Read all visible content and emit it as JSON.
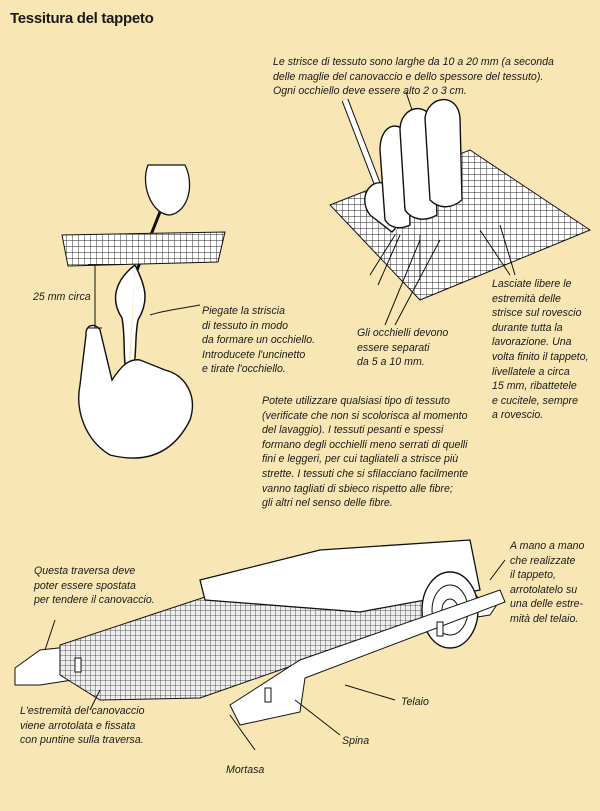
{
  "title": "Tessitura del tappeto",
  "captions": {
    "strip_width": "Le strisce di tessuto sono larghe da 10 a 20 mm (a seconda\ndelle maglie del canovaccio e dello spessore del tessuto).\nOgni occhiello deve essere alto 2 o 3 cm.",
    "loop_height": "25 mm circa",
    "fold_strip": "Piegate la striscia\ndi tessuto in modo\nda formare un occhiello.\nIntroducete l'uncinetto\ne tirate l'occhiello.",
    "loop_spacing": "Gli occhielli devono\nessere separati\nda 5 a 10 mm.",
    "leave_ends": "Lasciate libere le\nestremità delle\nstrisce sul rovescio\ndurante tutta la\nlavorazione. Una\nvolta finito il tappeto,\nlivellatele a circa\n15 mm, ribattetele\ne cucitele, sempre\na rovescio.",
    "fabric_types": "Potete utilizzare qualsiasi tipo di tessuto\n(verificate che non si scolorisca al momento\ndel lavaggio). I tessuti pesanti e spessi\nformano degli occhielli meno serrati di quelli\nfini e leggeri, per cui tagliateli a strisce più\nstrette. I tessuti che si sfilacciano facilmente\nvanno tagliati di sbieco rispetto alle fibre;\ngli altri nel senso delle fibre.",
    "crossbar": "Questa traversa deve\npoter essere spostata\nper tendere il canovaccio.",
    "roll_up": "A mano a mano\nche realizzate\nil tappeto,\narrotolatelo su\nuna delle estre-\nmità del telaio.",
    "canvas_end": "L'estremità del canovaccio\nviene arrotolata e fissata\ncon puntine sulla traversa.",
    "frame": "Telaio",
    "pin": "Spina",
    "mortise": "Mortasa"
  }
}
